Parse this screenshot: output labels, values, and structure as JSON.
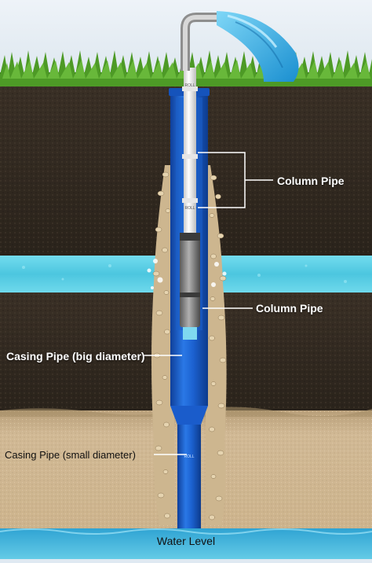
{
  "labels": {
    "column_pipe_upper": "Column Pipe",
    "column_pipe_lower": "Column Pipe",
    "casing_pipe_big": "Casing Pipe (big diameter)",
    "casing_pipe_small": "Casing Pipe (small diameter)",
    "water_level": "Water Level"
  },
  "pipe_markings": {
    "brand_mark": "ROLL"
  },
  "colors": {
    "sky": "#e6eef5",
    "grass": "#3f8a1f",
    "dark_soil": "#2e261d",
    "aquifer_band": "#5fd3e6",
    "sand_layer": "#c9b290",
    "water_strip": "#3fb7d9",
    "casing_pipe": "#1a5fcf",
    "column_pipe": "#f2f2f2",
    "gravel": "#d9c29a",
    "spout_water": "#2aa4e0"
  }
}
